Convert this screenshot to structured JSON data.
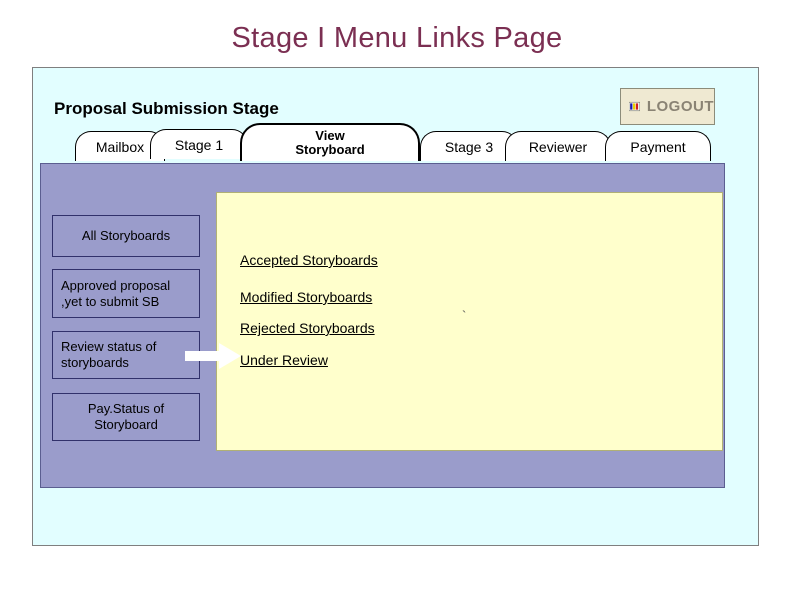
{
  "page": {
    "title": "Stage I Menu Links Page",
    "title_color": "#7b2f52",
    "section_heading": "Proposal Submission Stage"
  },
  "logout": {
    "label": "LOGOUT",
    "icon": "flag-icon"
  },
  "tabs": [
    {
      "label": "Mailbox",
      "active": false
    },
    {
      "label": "Stage 1",
      "active": false
    },
    {
      "label": "View\nStoryboard",
      "line1": "View",
      "line2": "Storyboard",
      "active": true
    },
    {
      "label": "Stage 3",
      "active": false
    },
    {
      "label": "Reviewer",
      "active": false
    },
    {
      "label": "Payment",
      "active": false
    }
  ],
  "side_menu": [
    {
      "label": "All Storyboards",
      "line1": "All Storyboards",
      "line2": ""
    },
    {
      "label": "Approved proposal ,yet to submit SB",
      "line1": "Approved proposal",
      "line2": ",yet to submit SB"
    },
    {
      "label": "Review status of storyboards",
      "line1": "Review status of",
      "line2": "storyboards"
    },
    {
      "label": "Pay.Status of Storyboard",
      "line1": "Pay.Status of",
      "line2": "Storyboard"
    }
  ],
  "content_links": [
    {
      "label": "Accepted Storyboards"
    },
    {
      "label": "Modified Storyboards"
    },
    {
      "label": "Rejected Storyboards"
    },
    {
      "label": "Under Review"
    }
  ],
  "misc": {
    "tick_mark": "`"
  },
  "colors": {
    "title": "#7b2f52",
    "outer_panel": "#e2feff",
    "body_panel": "#9a9ccb",
    "content_panel": "#ffffcc",
    "logout_bg": "#efe9d2"
  }
}
